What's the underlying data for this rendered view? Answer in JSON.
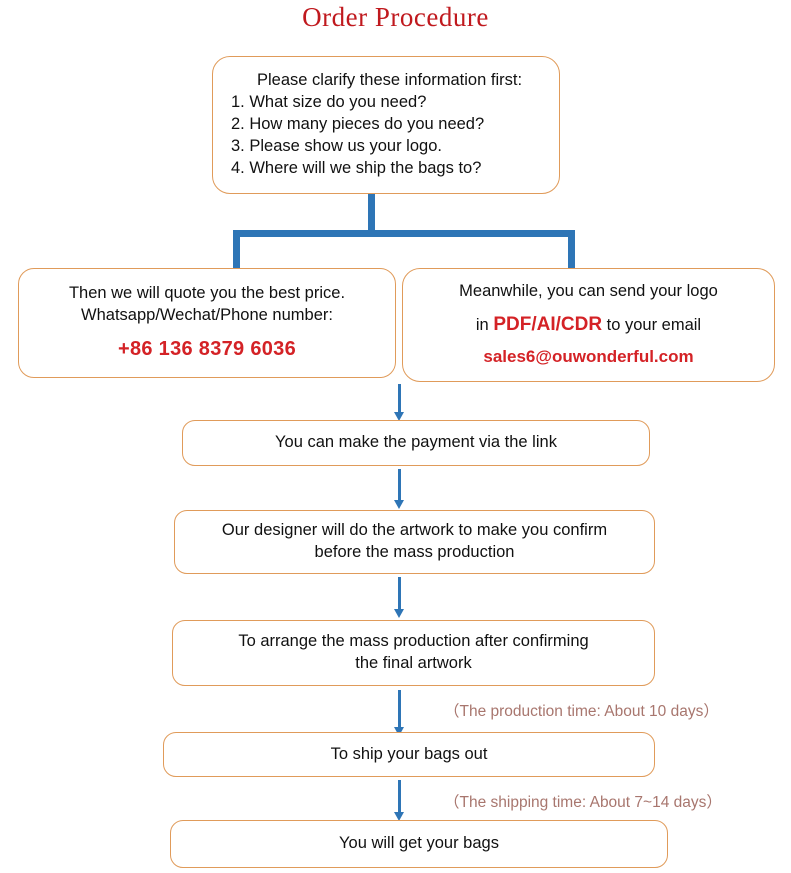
{
  "page": {
    "title": "Order Procedure",
    "title_color": "#c0191e",
    "background": "#ffffff",
    "box_border_color": "#e09b5a",
    "connector_color": "#2e75b6",
    "accent_red": "#d42226",
    "note_color": "#a8766e"
  },
  "steps": {
    "clarify": {
      "heading": "Please clarify these information first:",
      "items": [
        "1. What size do you need?",
        "2. How many pieces do you need?",
        "3. Please show us your logo.",
        "4. Where will we ship the bags to?"
      ]
    },
    "quote": {
      "line1": "Then we will quote you the best price.",
      "line2": "Whatsapp/Wechat/Phone number:",
      "phone": "+86 136 8379 6036"
    },
    "logo": {
      "line1": "Meanwhile, you can send your logo",
      "line2_prefix": "in ",
      "line2_formats": "PDF/AI/CDR",
      "line2_suffix": " to your email",
      "email": "sales6@ouwonderful.com"
    },
    "payment": {
      "text": "You can make the payment via the link"
    },
    "artwork": {
      "line1": "Our designer will do the artwork to make you confirm",
      "line2": "before the mass production"
    },
    "production": {
      "line1": "To arrange the mass production after confirming",
      "line2": "the final artwork"
    },
    "ship": {
      "text": "To ship your bags out"
    },
    "receive": {
      "text": "You will get your bags"
    }
  },
  "notes": {
    "production_time": "（The production time: About 10 days）",
    "shipping_time": "（The shipping time: About 7~14 days）"
  }
}
